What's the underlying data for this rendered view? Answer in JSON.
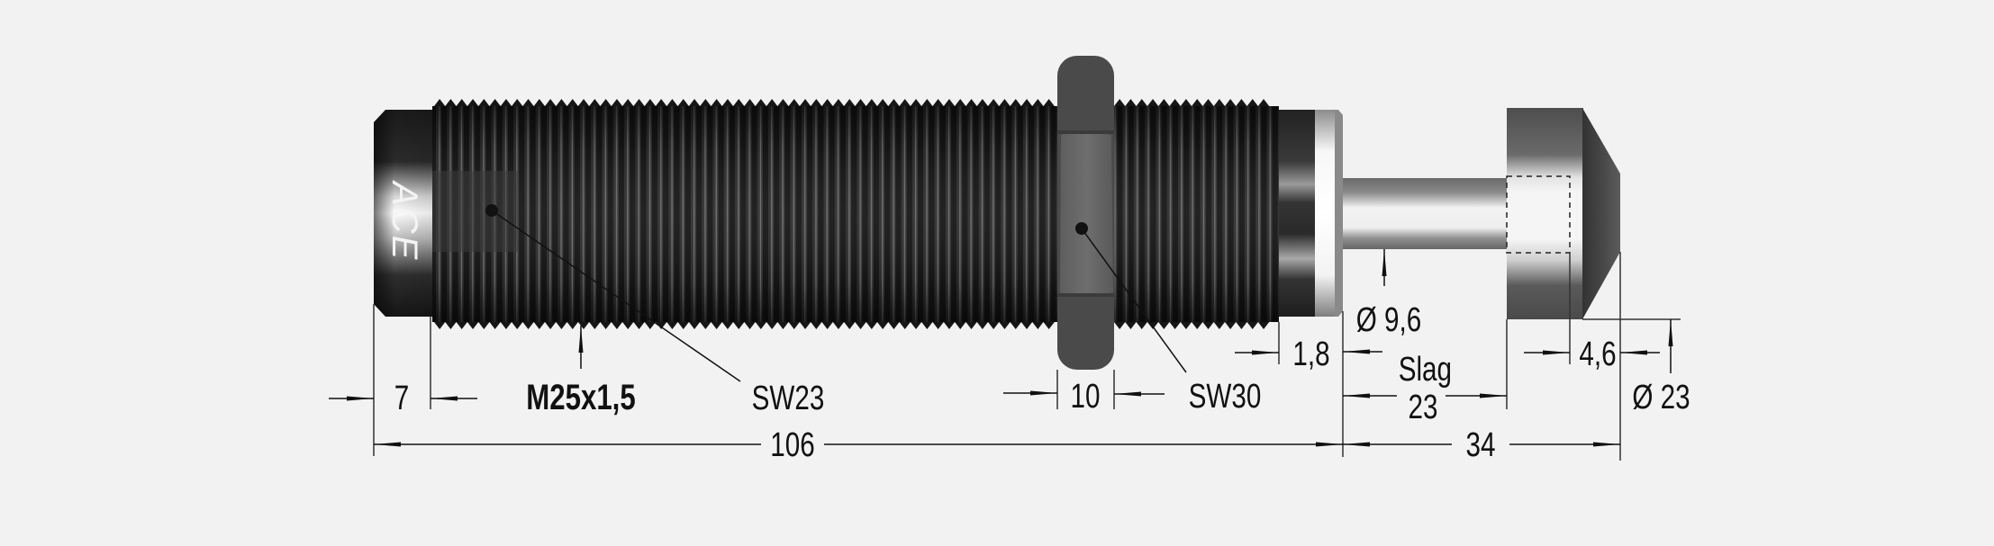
{
  "drawing": {
    "brand": "ACE",
    "background": "#f1f2f1",
    "body_color": "#1e1e1e",
    "nut_color": "#4a4a4a",
    "line_color": "#111111"
  },
  "dimensions": {
    "cap_length": "7",
    "thread": "M25x1,5",
    "wrench_flat_body": "SW23",
    "nut_width": "10",
    "wrench_flat_nut": "SW30",
    "collar_length": "1,8",
    "rod_diameter": "Ø 9,6",
    "stroke_label": "Slag",
    "stroke_value": "23",
    "button_length": "4,6",
    "button_diameter": "Ø 23",
    "body_length": "106",
    "extended_length": "34"
  }
}
